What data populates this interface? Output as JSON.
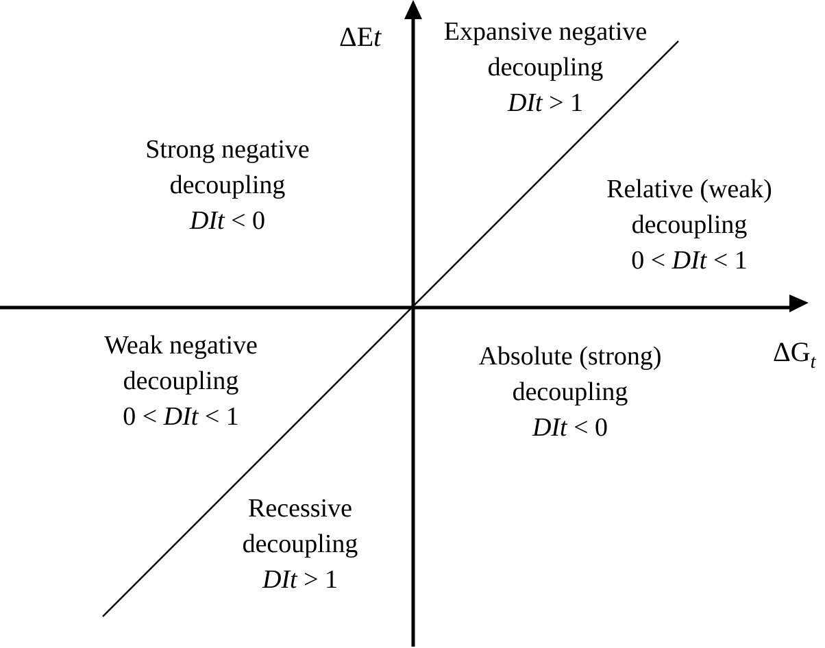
{
  "axes": {
    "y_label": {
      "prefix": "ΔE",
      "sub": "t"
    },
    "x_label": {
      "prefix": "ΔG",
      "sub": "t"
    }
  },
  "regions": {
    "expansive_negative": {
      "line1": "Expansive negative",
      "line2": "decoupling",
      "condition": {
        "lhs": "",
        "var": "DI",
        "sub": "t",
        "rhs": " > 1"
      }
    },
    "strong_negative": {
      "line1": "Strong negative",
      "line2": "decoupling",
      "condition": {
        "lhs": "",
        "var": "DI",
        "sub": "t",
        "rhs": " < 0"
      }
    },
    "relative_weak": {
      "line1": "Relative (weak)",
      "line2": "decoupling",
      "condition": {
        "lhs": "0 < ",
        "var": "DI",
        "sub": "t",
        "rhs": " < 1"
      }
    },
    "weak_negative": {
      "line1": "Weak negative",
      "line2": "decoupling",
      "condition": {
        "lhs": "0 < ",
        "var": "DI",
        "sub": "t",
        "rhs": " < 1"
      }
    },
    "absolute_strong": {
      "line1": "Absolute (strong)",
      "line2": "decoupling",
      "condition": {
        "lhs": "",
        "var": "DI",
        "sub": "t",
        "rhs": " < 0"
      }
    },
    "recessive": {
      "line1": "Recessive",
      "line2": "decoupling",
      "condition": {
        "lhs": "",
        "var": "DI",
        "sub": "t",
        "rhs": " > 1"
      }
    }
  }
}
